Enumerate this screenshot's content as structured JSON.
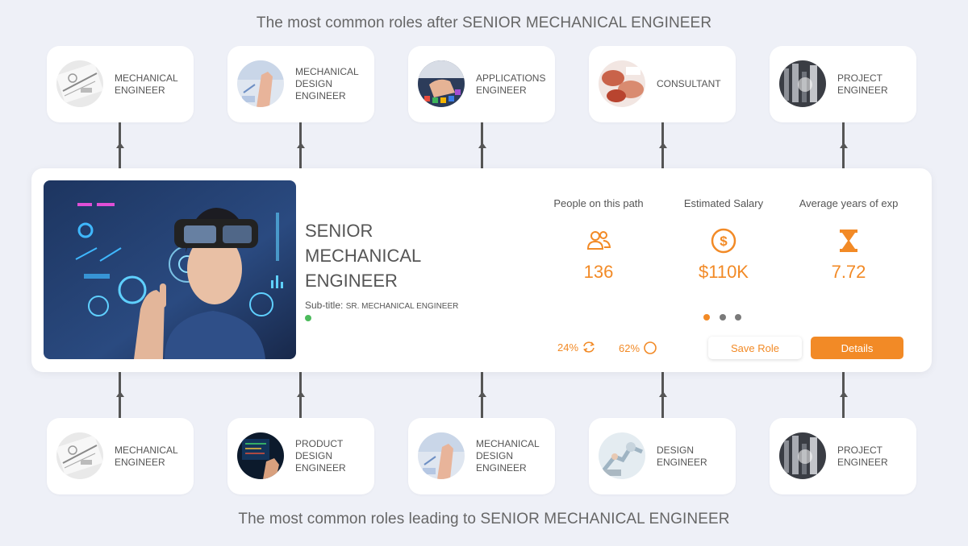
{
  "headings": {
    "after": "The most common roles after SENIOR MECHANICAL ENGINEER",
    "before": "The most common roles leading to SENIOR MECHANICAL ENGINEER"
  },
  "next_roles": [
    {
      "label": "MECHANICAL\nENGINEER",
      "image": "engineering-drawing-photo"
    },
    {
      "label": "MECHANICAL\nDESIGN\nENGINEER",
      "image": "designer-hand-photo"
    },
    {
      "label": "APPLICATIONS\nENGINEER",
      "image": "app-icons-hand-photo"
    },
    {
      "label": "CONSULTANT",
      "image": "meeting-hands-photo"
    },
    {
      "label": "PROJECT\nENGINEER",
      "image": "city-lights-photo"
    }
  ],
  "previous_roles": [
    {
      "label": "MECHANICAL\nENGINEER",
      "image": "engineering-drawing-photo"
    },
    {
      "label": "PRODUCT\nDESIGN\nENGINEER",
      "image": "circuit-screen-photo"
    },
    {
      "label": "MECHANICAL\nDESIGN\nENGINEER",
      "image": "designer-hand-photo"
    },
    {
      "label": "DESIGN\nENGINEER",
      "image": "robot-arm-photo"
    },
    {
      "label": "PROJECT\nENGINEER",
      "image": "city-lights-photo"
    }
  ],
  "current_role": {
    "title": "SENIOR\nMECHANICAL\nENGINEER",
    "subtitle_label": "Sub-title:",
    "subtitle_value": "SR. MECHANICAL ENGINEER",
    "hero_image": "vr-headset-engineer-photo",
    "stats": [
      {
        "label": "People on this path",
        "value": "136",
        "icon": "people-icon"
      },
      {
        "label": "Estimated Salary",
        "value": "$110K",
        "icon": "dollar-icon"
      },
      {
        "label": "Average years of exp",
        "value": "7.72",
        "icon": "hourglass-icon"
      }
    ],
    "metrics": [
      {
        "value": "24%",
        "icon": "refresh-icon"
      },
      {
        "value": "62%",
        "icon": "circle-icon"
      }
    ],
    "carousel_active": 0,
    "buttons": {
      "save": "Save Role",
      "details": "Details"
    }
  },
  "colors": {
    "accent": "#f28a26",
    "status": "#4cbb5c",
    "background": "#eef0f7"
  }
}
